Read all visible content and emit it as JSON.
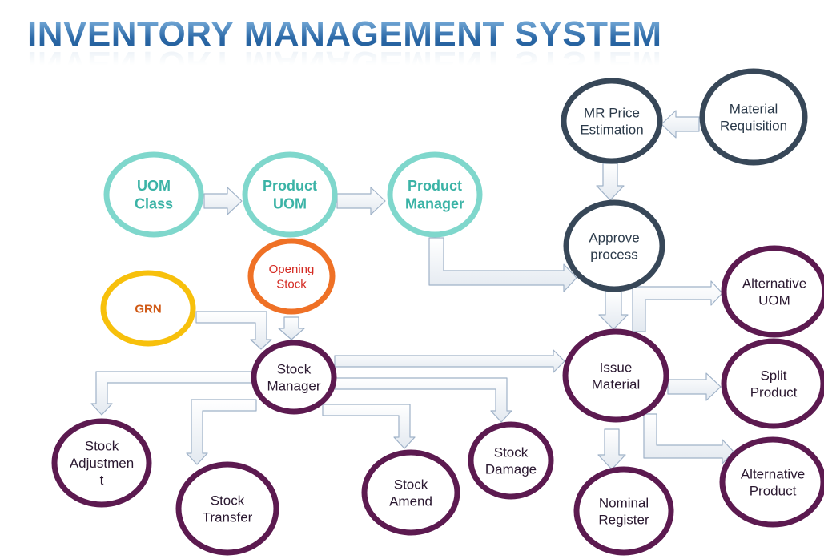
{
  "title": "INVENTORY MANAGEMENT SYSTEM",
  "colors": {
    "title": "#2f6fa8",
    "teal": "#7fd7cc",
    "teal_text": "#3bb3a6",
    "navy": "#374758",
    "purple": "#5c1a50",
    "yellow": "#f7c00c",
    "orange": "#ef7126",
    "orange_text": "#d05a16",
    "red_text": "#d42a22",
    "arrow_fill": "#f4f6f9",
    "arrow_stroke": "#9fb2c8"
  },
  "nodes": [
    {
      "id": "uom-class",
      "lines": [
        "UOM",
        "Class"
      ],
      "style": "teal"
    },
    {
      "id": "product-uom",
      "lines": [
        "Product",
        "UOM"
      ],
      "style": "teal"
    },
    {
      "id": "product-manager",
      "lines": [
        "Product",
        "Manager"
      ],
      "style": "teal"
    },
    {
      "id": "opening-stock",
      "lines": [
        "Opening",
        "Stock"
      ],
      "style": "orange"
    },
    {
      "id": "grn",
      "lines": [
        "GRN"
      ],
      "style": "yellow"
    },
    {
      "id": "stock-manager",
      "lines": [
        "Stock",
        "Manager"
      ],
      "style": "purple"
    },
    {
      "id": "stock-adjustment",
      "lines": [
        "Stock",
        "Adjustmen",
        "t"
      ],
      "style": "purple"
    },
    {
      "id": "stock-transfer",
      "lines": [
        "Stock",
        "Transfer"
      ],
      "style": "purple"
    },
    {
      "id": "stock-amend",
      "lines": [
        "Stock",
        "Amend"
      ],
      "style": "purple"
    },
    {
      "id": "stock-damage",
      "lines": [
        "Stock",
        "Damage"
      ],
      "style": "purple"
    },
    {
      "id": "mr-price-estimation",
      "lines": [
        "MR Price",
        "Estimation"
      ],
      "style": "navy"
    },
    {
      "id": "material-requisition",
      "lines": [
        "Material",
        "Requisition"
      ],
      "style": "navy"
    },
    {
      "id": "approve-process",
      "lines": [
        "Approve",
        "process"
      ],
      "style": "navy"
    },
    {
      "id": "issue-material",
      "lines": [
        "Issue",
        "Material"
      ],
      "style": "purple"
    },
    {
      "id": "alternative-uom",
      "lines": [
        "Alternative",
        "UOM"
      ],
      "style": "purple"
    },
    {
      "id": "split-product",
      "lines": [
        "Split",
        "Product"
      ],
      "style": "purple"
    },
    {
      "id": "alternative-product",
      "lines": [
        "Alternative",
        "Product"
      ],
      "style": "purple"
    },
    {
      "id": "nominal-register",
      "lines": [
        "Nominal",
        "Register"
      ],
      "style": "purple"
    }
  ]
}
